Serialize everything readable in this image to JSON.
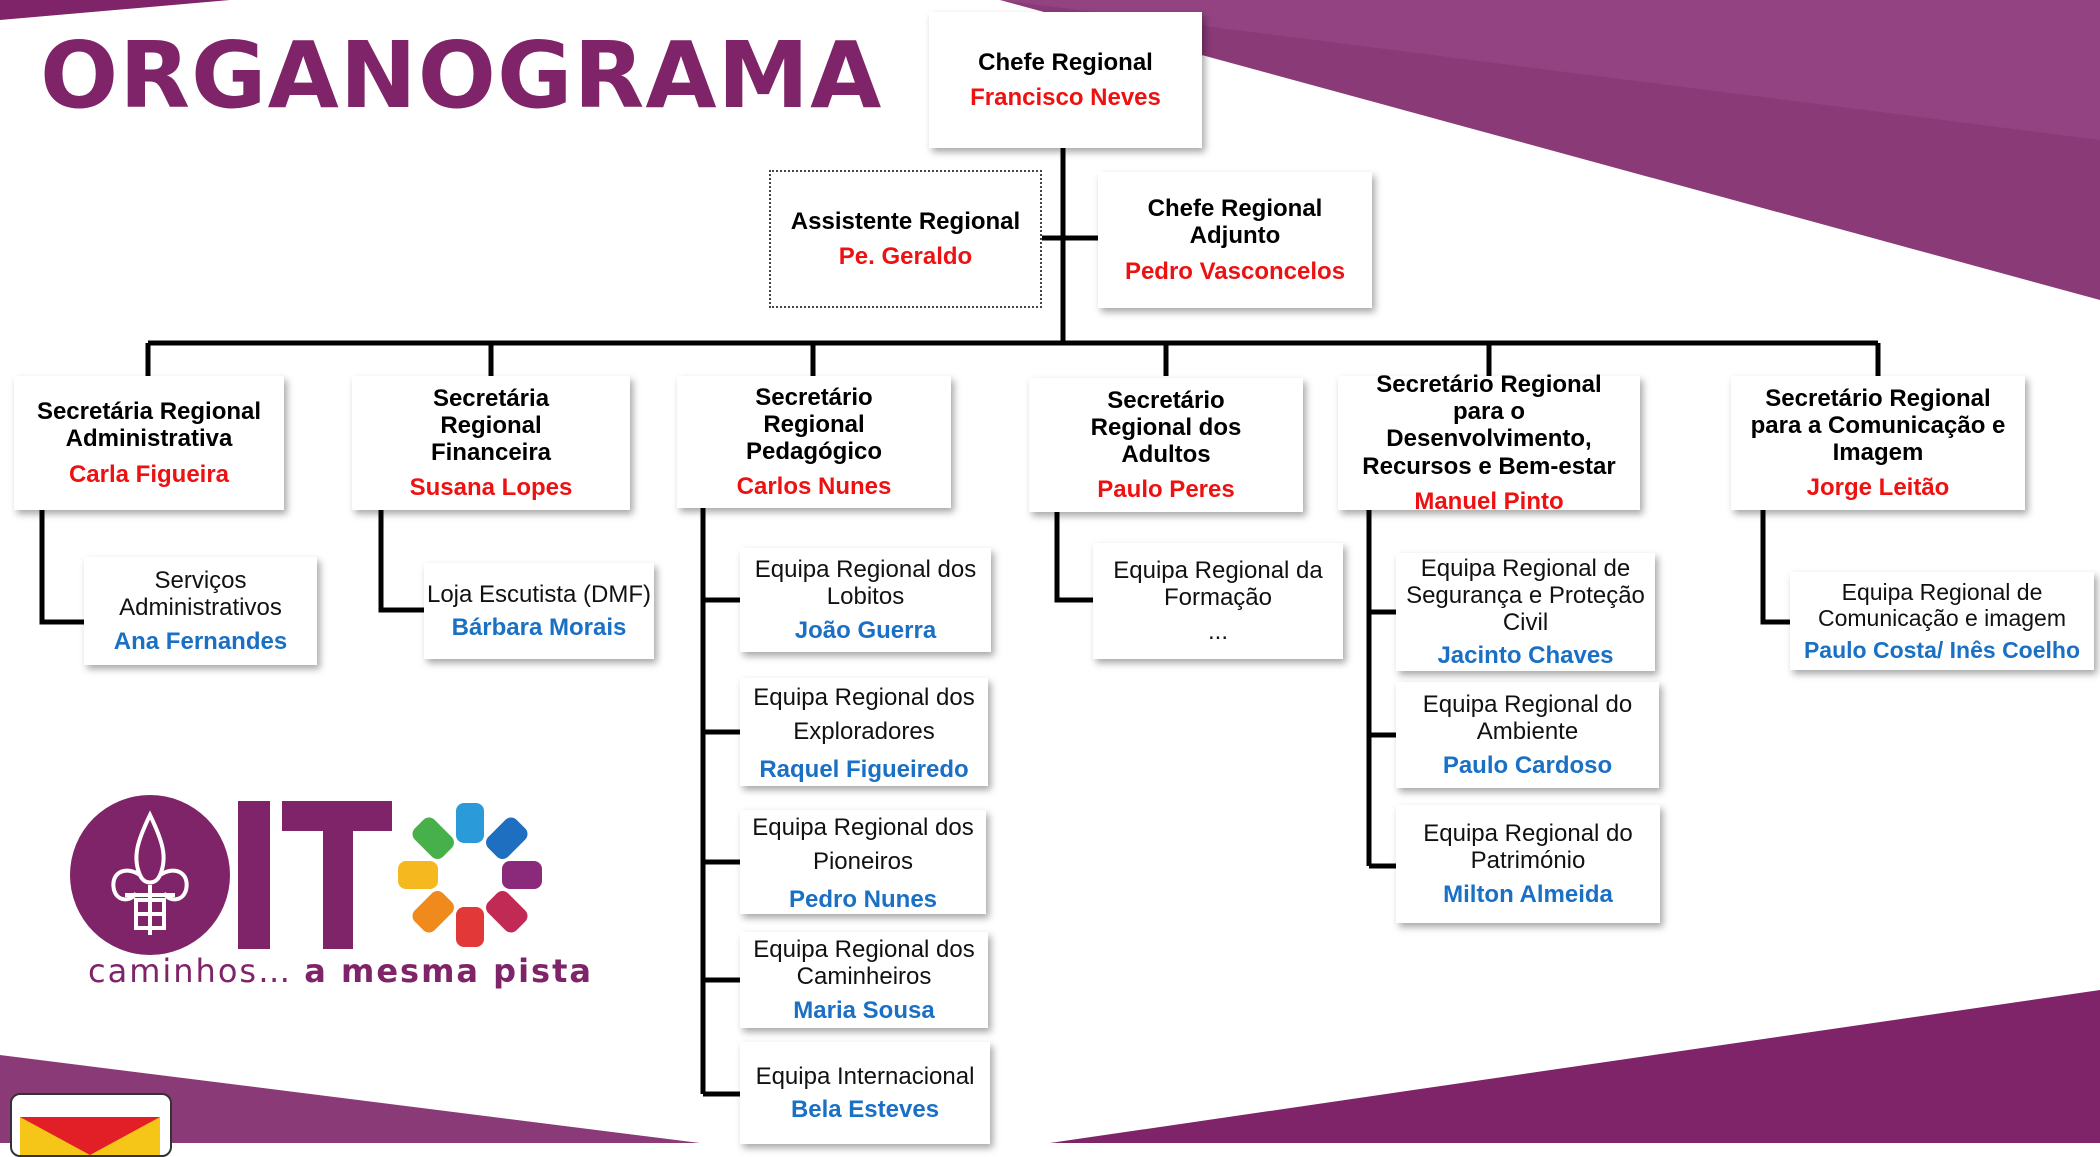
{
  "title": "ORGANOGRAMA",
  "chief": {
    "role": "Chefe Regional",
    "name": "Francisco Neves"
  },
  "assistant": {
    "role": "Assistente Regional",
    "name": "Pe. Geraldo"
  },
  "deputy": {
    "role": "Chefe Regional Adjunto",
    "name": "Pedro Vasconcelos"
  },
  "secretaries": [
    {
      "role": "Secretária Regional Administrativa",
      "name": "Carla Figueira",
      "teams": [
        {
          "label": "Serviços Administrativos",
          "name": "Ana Fernandes"
        }
      ]
    },
    {
      "role": "Secretária Regional Financeira",
      "name": "Susana Lopes",
      "teams": [
        {
          "label": "Loja Escutista (DMF)",
          "name": "Bárbara Morais"
        }
      ]
    },
    {
      "role": "Secretário Regional Pedagógico",
      "name": "Carlos Nunes",
      "teams": [
        {
          "label": "Equipa Regional dos Lobitos",
          "name": "João Guerra"
        },
        {
          "label": "Equipa Regional dos Exploradores",
          "name": "Raquel Figueiredo"
        },
        {
          "label": "Equipa Regional dos Pioneiros",
          "name": "Pedro Nunes"
        },
        {
          "label": "Equipa Regional dos Caminheiros",
          "name": "Maria Sousa"
        },
        {
          "label": "Equipa Internacional",
          "name": "Bela Esteves"
        }
      ]
    },
    {
      "role": "Secretário Regional dos Adultos",
      "name": "Paulo Peres",
      "teams": [
        {
          "label": "Equipa Regional da Formação",
          "name": "..."
        }
      ]
    },
    {
      "role": "Secretário Regional para o Desenvolvimento, Recursos e Bem-estar",
      "name": "Manuel Pinto",
      "teams": [
        {
          "label": "Equipa Regional de Segurança e Proteção Civil",
          "name": "Jacinto Chaves"
        },
        {
          "label": "Equipa Regional do Ambiente",
          "name": "Paulo Cardoso"
        },
        {
          "label": "Equipa Regional do Património",
          "name": "Milton Almeida"
        }
      ]
    },
    {
      "role": "Secretário Regional para a Comunicação e Imagem",
      "name": "Jorge Leitão",
      "teams": [
        {
          "label": "Equipa Regional de Comunicação e imagem",
          "name": "Paulo Costa/ Inês Coelho"
        }
      ]
    }
  ],
  "logo": {
    "word": "IT",
    "tagline_light": "caminhos…",
    "tagline_bold": "a mesma pista"
  },
  "colors": {
    "brand": "#7f2468",
    "role_name": "#ee1111",
    "team_name": "#1a70c5"
  }
}
